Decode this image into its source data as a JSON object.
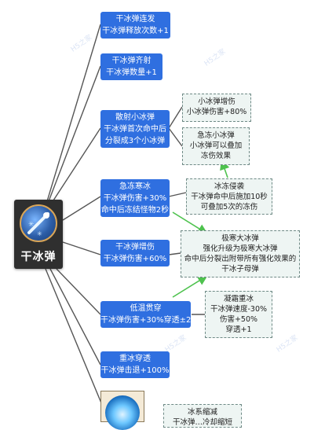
{
  "root": {
    "title": "干冰弹",
    "icon": "ice-bullet-skill-icon"
  },
  "nodes": [
    {
      "id": "n1",
      "lines": [
        "干冰弹连发",
        "干冰弹释放次数+1"
      ]
    },
    {
      "id": "n2",
      "lines": [
        "干冰弹齐射",
        "干冰弹数量+1"
      ]
    },
    {
      "id": "n3",
      "lines": [
        "散射小冰弹",
        "干冰弹首次命中后",
        "分裂成3个小冰弹"
      ]
    },
    {
      "id": "n4",
      "lines": [
        "急冻寒冰",
        "干冰弹伤害+30%",
        "命中后冻结怪物2秒"
      ]
    },
    {
      "id": "n5",
      "lines": [
        "干冰弹增伤",
        "干冰弹伤害+60%"
      ]
    },
    {
      "id": "n6",
      "lines": [
        "低温贯穿",
        "干冰弹伤害+30%穿透±2"
      ]
    },
    {
      "id": "n7",
      "lines": [
        "重冰穿透",
        "干冰弹击退+100%"
      ]
    }
  ],
  "leaves": [
    {
      "id": "l1",
      "lines": [
        "小冰弹增伤",
        "小冰弹伤害+80%"
      ]
    },
    {
      "id": "l2",
      "lines": [
        "急冻小冰弹",
        "小冰弹可以叠加",
        "冻伤效果"
      ]
    },
    {
      "id": "l3",
      "lines": [
        "冰冻侵袭",
        "干冰弹命中后施加10秒",
        "可叠加5次的冻伤"
      ]
    },
    {
      "id": "l4",
      "lines": [
        "极寒大冰弹",
        "强化升级为极寒大冰弹",
        "命中后分裂出附带所有强化效果的",
        "干冰子母弹"
      ]
    },
    {
      "id": "l5",
      "lines": [
        "凝霜重冰",
        "干冰弹速度-30%",
        "伤害+50%",
        "穿透+1"
      ]
    },
    {
      "id": "l6",
      "lines": [
        "冰系缩减",
        "干冰弹…冷却缩短"
      ]
    }
  ],
  "colors": {
    "node": "#2f6fe0",
    "line": "#555555",
    "arrow": "#4ec24e",
    "leaf_bg": "#eef5f3"
  },
  "watermarks": [
    "H5之家",
    "H5之家",
    "H5之家",
    "H5之家"
  ]
}
